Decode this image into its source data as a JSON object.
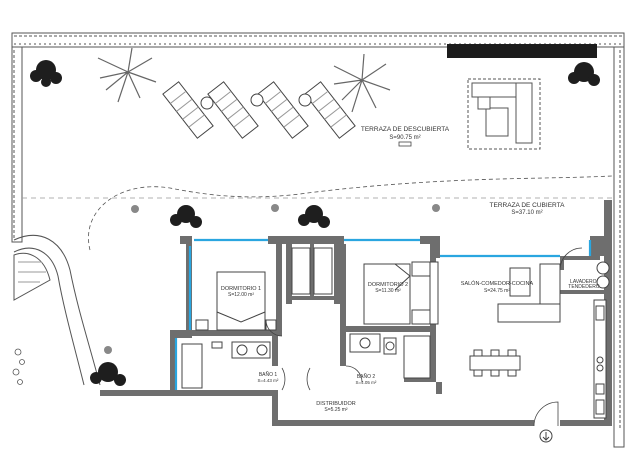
{
  "rooms": {
    "terraza_descubierta": {
      "name": "TERRAZA DE DESCUBIERTA",
      "area": "S=90.75 m²"
    },
    "terraza_cubierta": {
      "name": "TERRAZA DE CUBIERTA",
      "area": "S=37.10 m²"
    },
    "dormitorio_1": {
      "name": "DORMITORIO 1",
      "area": "S=12.00 m²"
    },
    "dormitorio_2": {
      "name": "DORMITORIO 2",
      "area": "S=11.30 m²"
    },
    "salon": {
      "name": "SALÓN-COMEDOR-COCINA",
      "area": "S=24.75 m²"
    },
    "lavadero": {
      "name": "LAVADERO/",
      "name2": "TENDEDERO"
    },
    "bano_1": {
      "name": "BAÑO 1",
      "area": "S=4.43 m²"
    },
    "bano_2": {
      "name": "BAÑO 2",
      "area": "S=4.05 m²"
    },
    "distribuidor": {
      "name": "DISTRIBUIDOR",
      "area": "S=5.25 m²"
    }
  },
  "colors": {
    "wall": "#6e6e6e",
    "line": "#444444",
    "glass": "#2aa6e0",
    "plant": "#222222",
    "pebble": "#555555"
  }
}
